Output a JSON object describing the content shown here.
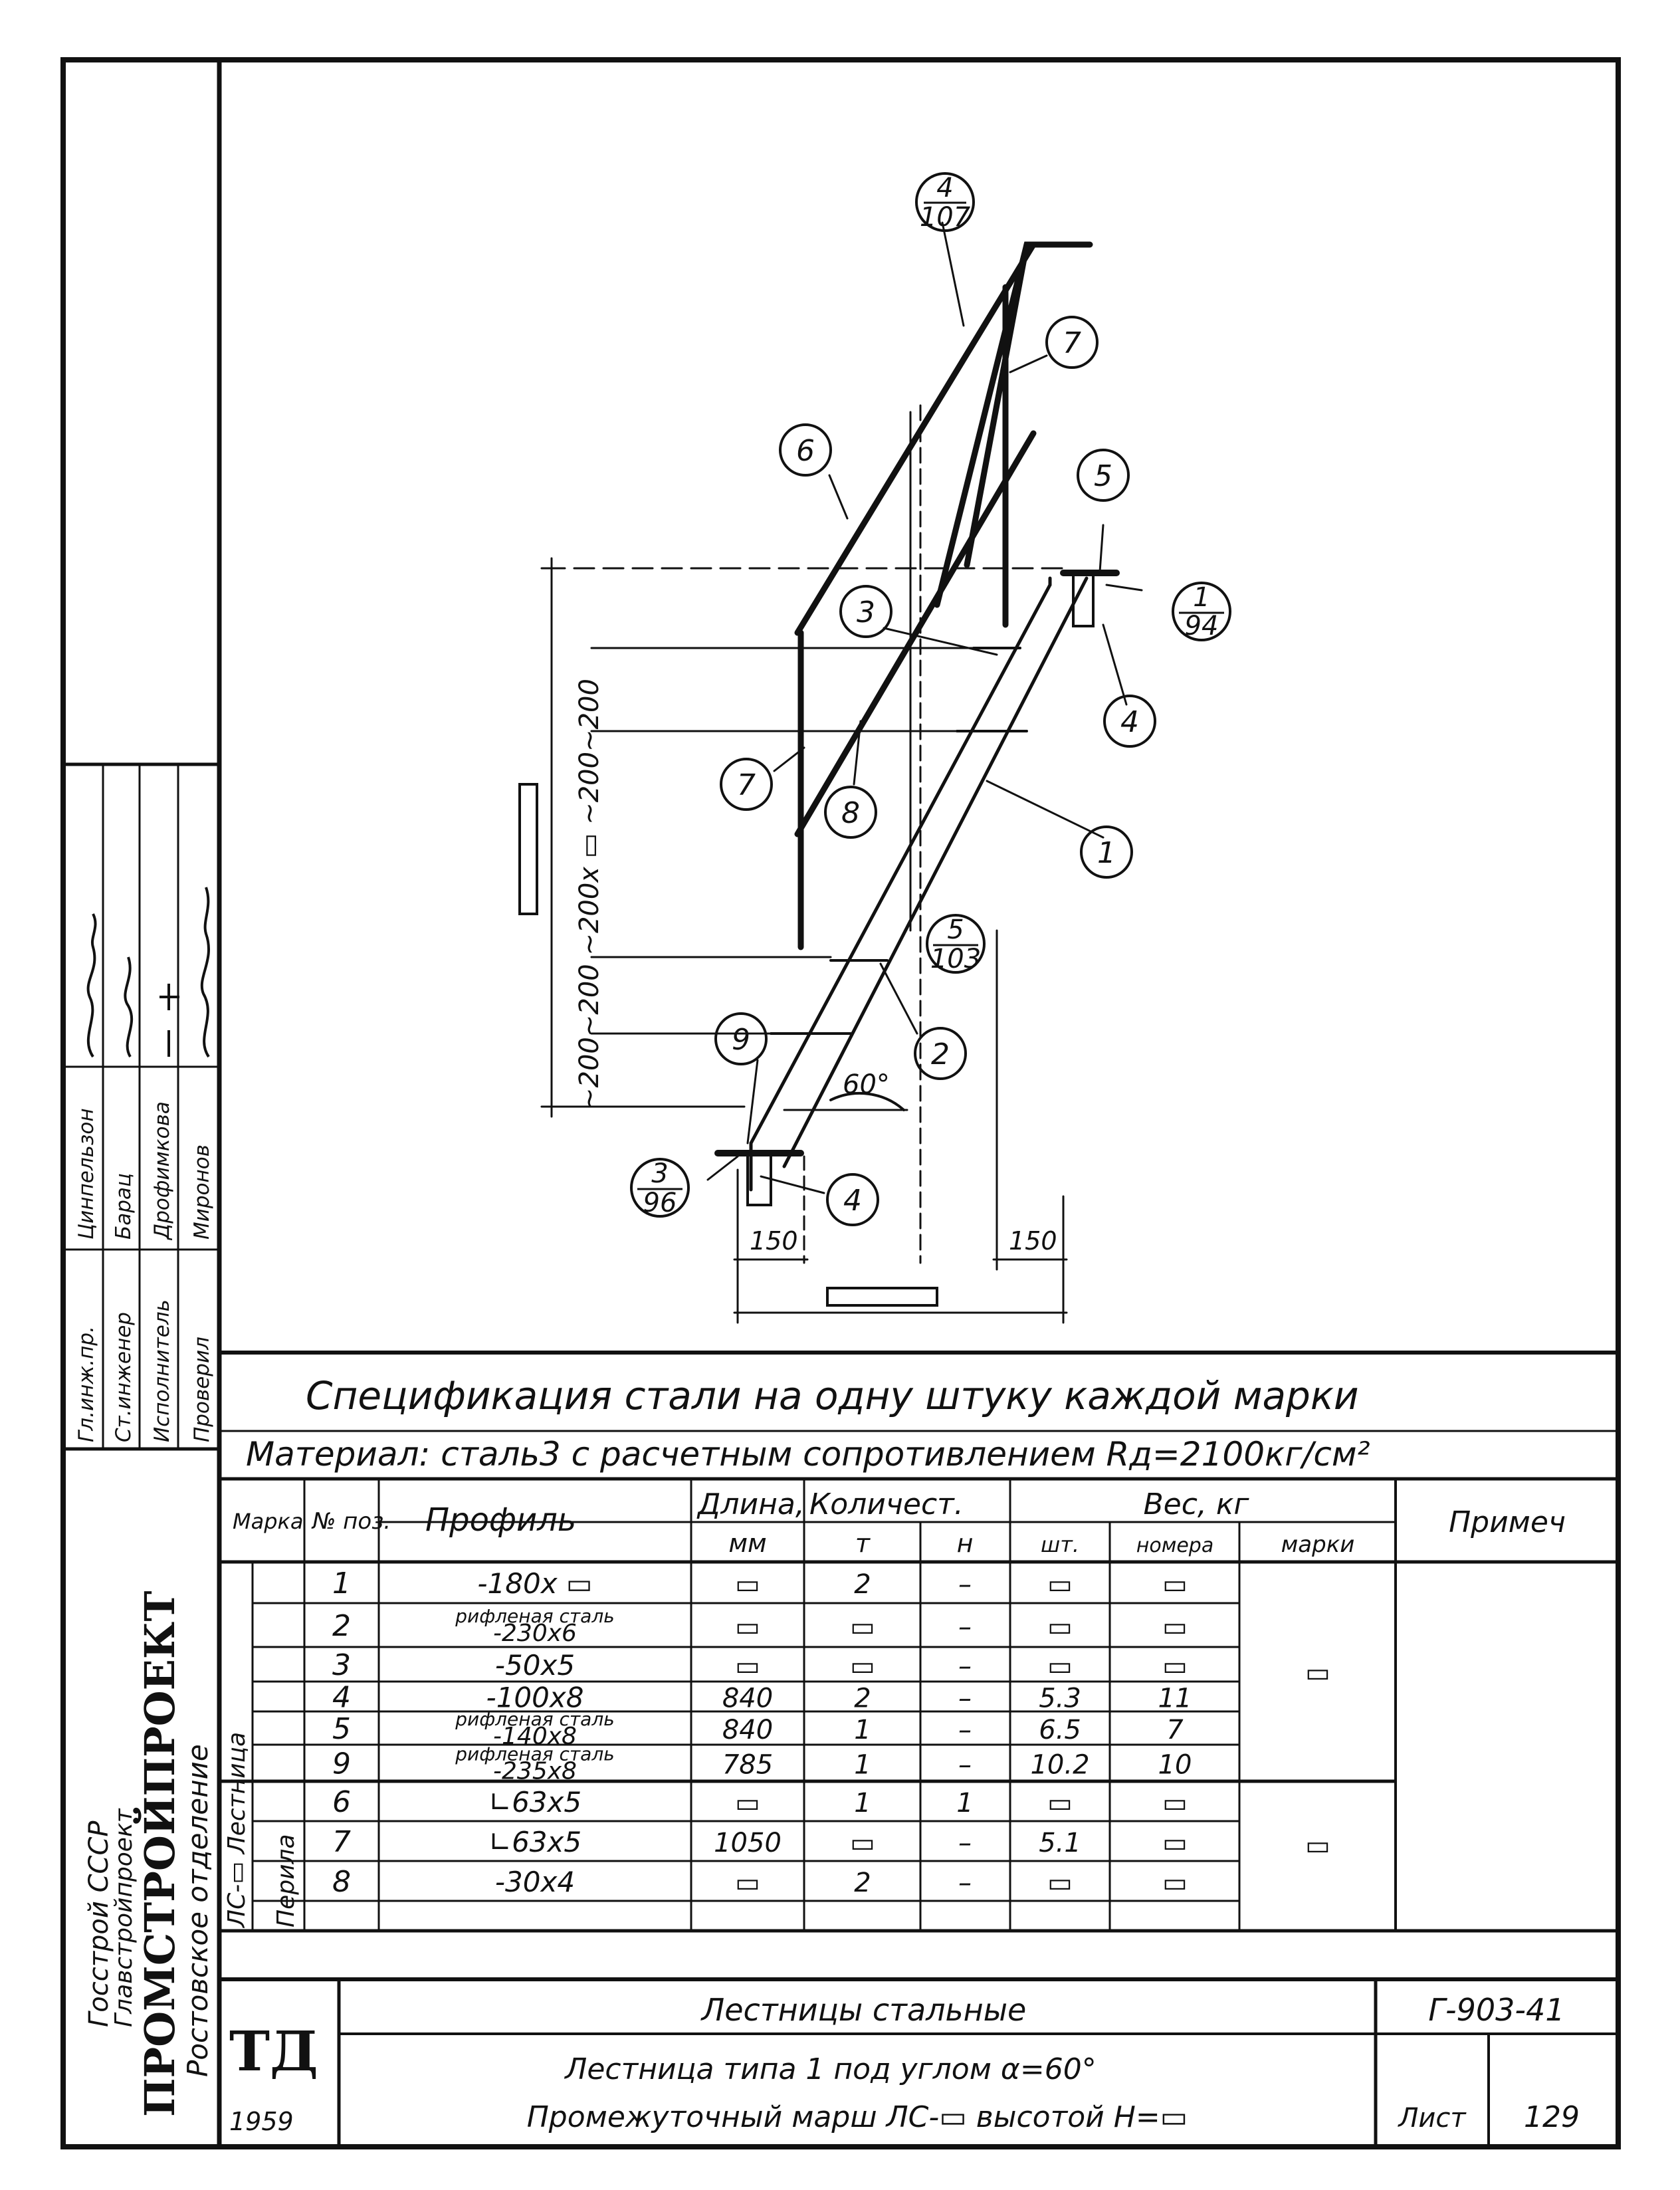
{
  "drawing": {
    "callouts": {
      "c4_107": [
        "4",
        "107"
      ],
      "c1_94": [
        "1",
        "94"
      ],
      "c5_103": [
        "5",
        "103"
      ],
      "c3_96": [
        "3",
        "96"
      ],
      "pos7a": "7",
      "pos6": "6",
      "pos5": "5",
      "pos3": "3",
      "pos4a": "4",
      "pos7b": "7",
      "pos8": "8",
      "pos1": "1",
      "pos9": "9",
      "pos2": "2",
      "pos4b": "4"
    },
    "vertical_dims": "~200~200 ~200х ▭ ~200~200",
    "angle": "60°",
    "dim_left": "150",
    "dim_right": "150"
  },
  "side_stamp": {
    "roles": [
      "Гл.инж.пр.",
      "Ст.инженер",
      "Исполнитель",
      "Проверил"
    ],
    "names": [
      "Цинпельзон",
      "Барац",
      "Дрофимкова",
      "Миронов"
    ],
    "org_line1": "Госстрой СССР",
    "org_line2": "Главстройпроект",
    "org_main": "ПРОМСТРОЙПРОЕКТ",
    "org_branch": "Ростовское отделение"
  },
  "spec": {
    "title": "Спецификация стали на одну штуку каждой марки",
    "material": "Материал: сталь3 с расчетным сопротивлением Rд=2100кг/см²",
    "headers": {
      "mark": "Марка",
      "pos": "№ поз.",
      "profile": "Профиль",
      "length": "Длина,",
      "length_unit": "мм",
      "qty": "Количест.",
      "qty_t": "т",
      "qty_n": "н",
      "weight": "Вес, кг",
      "w_pc": "шт.",
      "w_num": "номера",
      "w_mark": "марки",
      "note": "Примеч"
    },
    "group1": "ЛС-▭ Лестница",
    "group2": "Перила",
    "rows": [
      {
        "pos": "1",
        "profile": "-180х ▭",
        "length": "▭",
        "t": "2",
        "n": "–",
        "pc": "▭",
        "num": "▭"
      },
      {
        "pos": "2",
        "profile_small": "рифленая сталь",
        "profile": "-230х6",
        "length": "▭",
        "t": "▭",
        "n": "–",
        "pc": "▭",
        "num": "▭"
      },
      {
        "pos": "3",
        "profile": "-50х5",
        "length": "▭",
        "t": "▭",
        "n": "–",
        "pc": "▭",
        "num": "▭"
      },
      {
        "pos": "4",
        "profile": "-100х8",
        "length": "840",
        "t": "2",
        "n": "–",
        "pc": "5.3",
        "num": "11"
      },
      {
        "pos": "5",
        "profile_small": "рифленая сталь",
        "profile": "-140х8",
        "length": "840",
        "t": "1",
        "n": "–",
        "pc": "6.5",
        "num": "7"
      },
      {
        "pos": "9",
        "profile_small": "рифленая сталь",
        "profile": "-235х8",
        "length": "785",
        "t": "1",
        "n": "–",
        "pc": "10.2",
        "num": "10"
      },
      {
        "pos": "6",
        "profile": "∟63х5",
        "length": "▭",
        "t": "1",
        "n": "1",
        "pc": "▭",
        "num": "▭"
      },
      {
        "pos": "7",
        "profile": "∟63х5",
        "length": "1050",
        "t": "▭",
        "n": "–",
        "pc": "5.1",
        "num": "▭"
      },
      {
        "pos": "8",
        "profile": "-30х4",
        "length": "▭",
        "t": "2",
        "n": "–",
        "pc": "▭",
        "num": "▭"
      }
    ],
    "mark1_weight": "▭",
    "mark2_weight": "▭"
  },
  "title_block": {
    "logo": "ТД",
    "year": "1959",
    "title1": "Лестницы стальные",
    "title2": "Лестница типа 1 под углом α=60°",
    "title3": "Промежуточный марш ЛС-▭ высотой Н=▭",
    "code": "Г-903-41",
    "sheet_label": "Лист",
    "sheet_no": "129"
  }
}
